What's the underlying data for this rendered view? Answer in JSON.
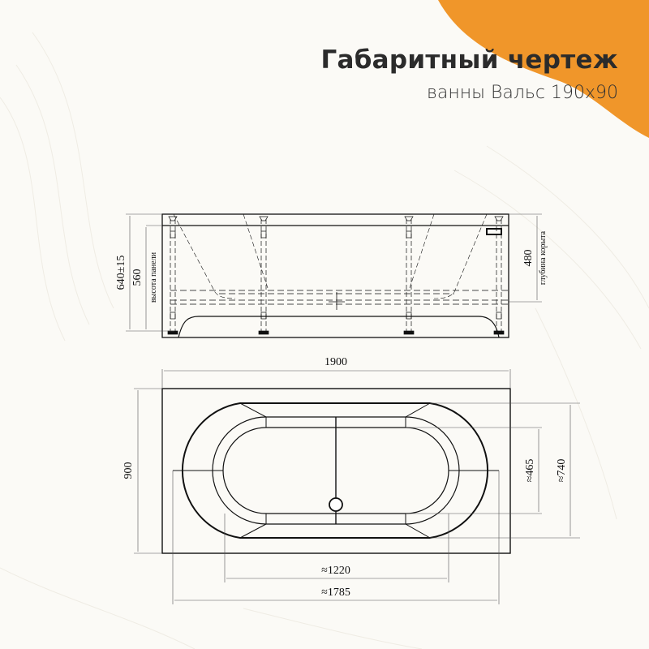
{
  "header": {
    "title": "Габаритный чертеж",
    "subtitle": "ванны Вальс 190х90"
  },
  "colors": {
    "accent_orange": "#f0962a",
    "background": "#fbfaf6",
    "line": "#111111"
  },
  "side_view": {
    "dim_total_height": "640±15",
    "dim_panel_height": "560",
    "label_panel_height": "высота панели",
    "dim_tub_depth": "480",
    "label_tub_depth": "глубина корыта"
  },
  "top_view": {
    "dim_length": "1900",
    "dim_width": "900",
    "dim_inner_width": "≈465",
    "dim_outer_width": "≈740",
    "dim_inner_length": "≈1220",
    "dim_outer_length": "≈1785"
  }
}
